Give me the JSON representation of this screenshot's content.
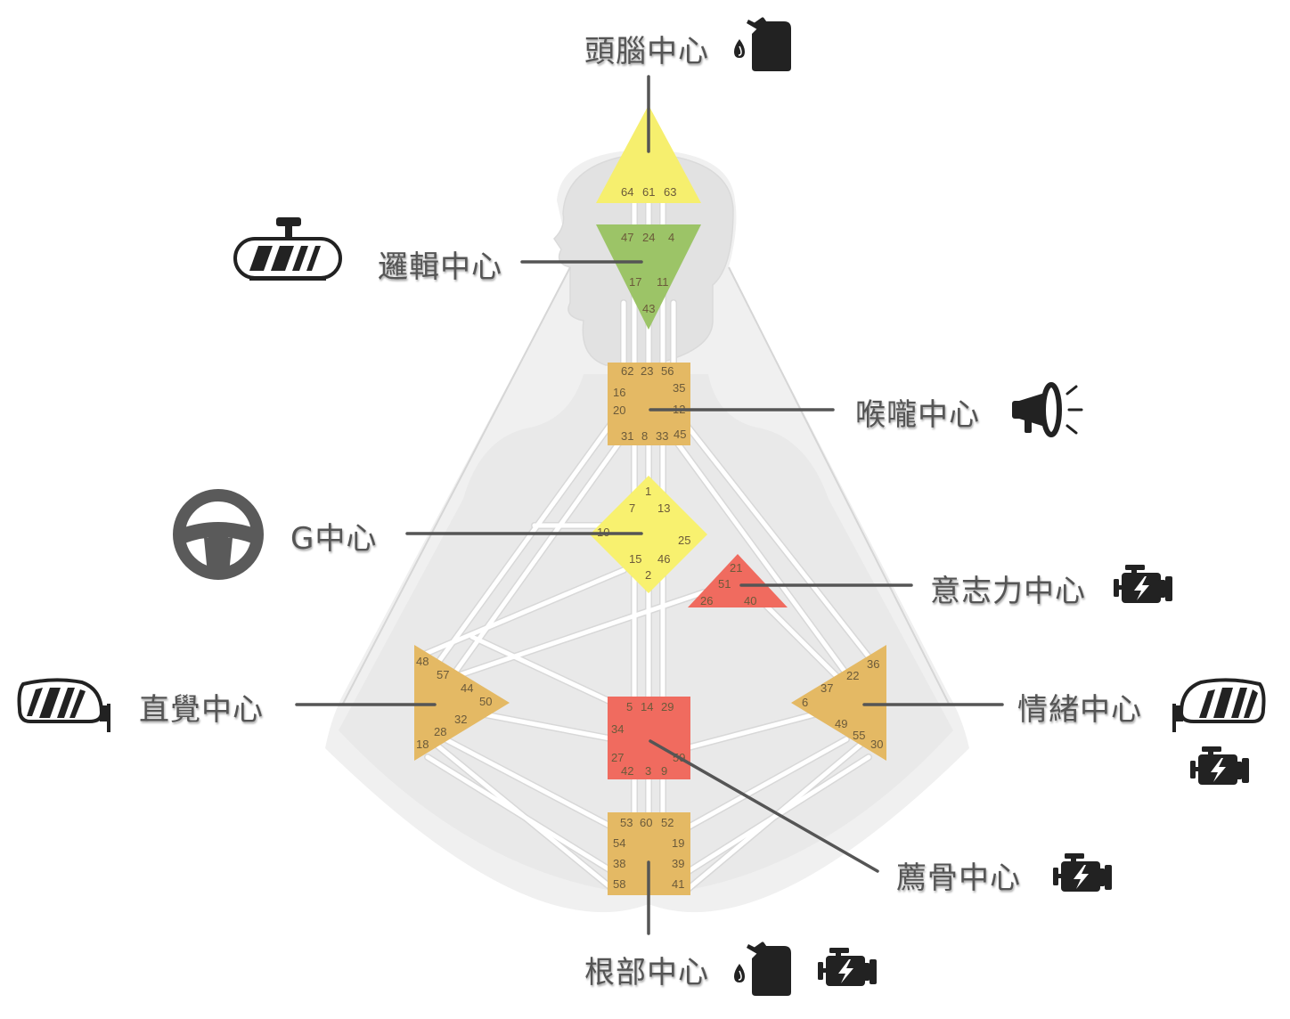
{
  "colors": {
    "head": "#f6ef6e",
    "ajna": "#9cc467",
    "tan": "#e4b964",
    "red": "#f06b5f",
    "yellow": "#f8f16f",
    "icon": "#222222",
    "leader": "#555555"
  },
  "centers": {
    "head": {
      "label": "頭腦中心",
      "icons": [
        "fuel-can-icon"
      ],
      "gates": [
        "64",
        "61",
        "63"
      ]
    },
    "ajna": {
      "label": "邏輯中心",
      "icons": [
        "rearview-mirror-icon"
      ],
      "gates": [
        "47",
        "24",
        "4",
        "17",
        "11",
        "43"
      ]
    },
    "throat": {
      "label": "喉嚨中心",
      "icons": [
        "megaphone-icon"
      ],
      "gates": [
        "62",
        "23",
        "56",
        "16",
        "35",
        "20",
        "12",
        "31",
        "8",
        "33",
        "45"
      ]
    },
    "g": {
      "label": "G中心",
      "icons": [
        "steering-wheel-icon"
      ],
      "gates": [
        "1",
        "7",
        "13",
        "10",
        "25",
        "15",
        "46",
        "2"
      ]
    },
    "will": {
      "label": "意志力中心",
      "icons": [
        "engine-icon"
      ],
      "gates": [
        "21",
        "51",
        "26",
        "40"
      ]
    },
    "spleen": {
      "label": "直覺中心",
      "icons": [
        "left-side-mirror-icon"
      ],
      "gates": [
        "48",
        "57",
        "44",
        "50",
        "32",
        "28",
        "18"
      ]
    },
    "solar": {
      "label": "情緒中心",
      "icons": [
        "right-side-mirror-icon",
        "engine-icon"
      ],
      "gates": [
        "36",
        "22",
        "37",
        "6",
        "49",
        "55",
        "30"
      ]
    },
    "sacral": {
      "label": "薦骨中心",
      "icons": [
        "engine-icon"
      ],
      "gates": [
        "5",
        "14",
        "29",
        "34",
        "27",
        "59",
        "42",
        "3",
        "9"
      ]
    },
    "root": {
      "label": "根部中心",
      "icons": [
        "fuel-can-icon",
        "engine-icon"
      ],
      "gates": [
        "53",
        "60",
        "52",
        "54",
        "19",
        "38",
        "39",
        "58",
        "41"
      ]
    }
  }
}
